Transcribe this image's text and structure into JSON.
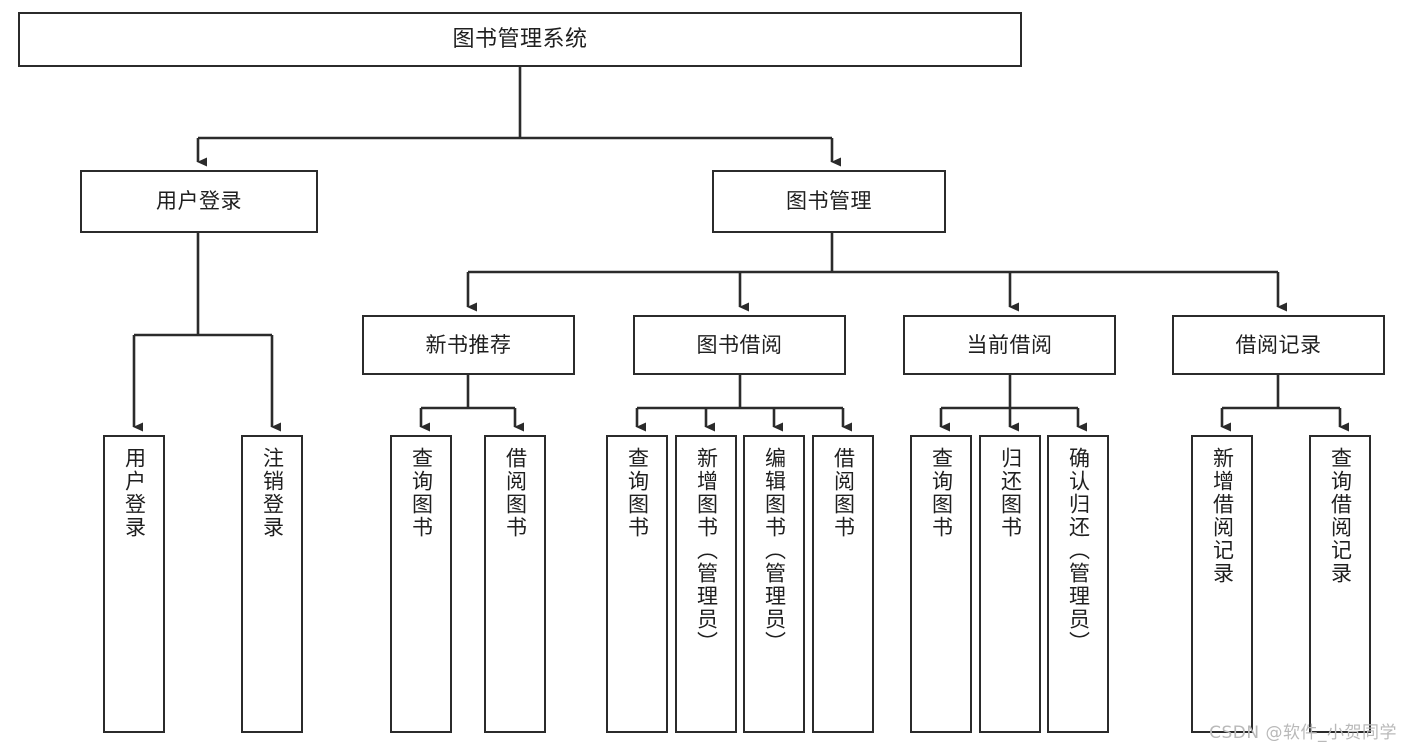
{
  "diagram": {
    "title": "图书管理系统",
    "type": "tree",
    "watermark": "CSDN @软件_小贺同学",
    "colors": {
      "box_border": "#2b2b2b",
      "box_fill": "#ffffff",
      "edge": "#2b2b2b",
      "text": "#1f1f1f",
      "watermark": "#b9b9b9",
      "background": "#ffffff"
    },
    "nodes": {
      "root": {
        "label": "图书管理系统"
      },
      "level2": [
        {
          "label": "用户登录"
        },
        {
          "label": "图书管理"
        }
      ],
      "level3": [
        {
          "label": "新书推荐"
        },
        {
          "label": "图书借阅"
        },
        {
          "label": "当前借阅"
        },
        {
          "label": "借阅记录"
        }
      ],
      "leaves": {
        "user_login": [
          {
            "label": "用户登录"
          },
          {
            "label": "注销登录"
          }
        ],
        "new_book_recommend": [
          {
            "label": "查询图书"
          },
          {
            "label": "借阅图书"
          }
        ],
        "book_borrow": [
          {
            "label": "查询图书"
          },
          {
            "label": "新增图书（管理员）"
          },
          {
            "label": "编辑图书（管理员）"
          },
          {
            "label": "借阅图书"
          }
        ],
        "current_borrow": [
          {
            "label": "查询图书"
          },
          {
            "label": "归还图书"
          },
          {
            "label": "确认归还（管理员）"
          }
        ],
        "borrow_record": [
          {
            "label": "新增借阅记录"
          },
          {
            "label": "查询借阅记录"
          }
        ]
      }
    }
  }
}
